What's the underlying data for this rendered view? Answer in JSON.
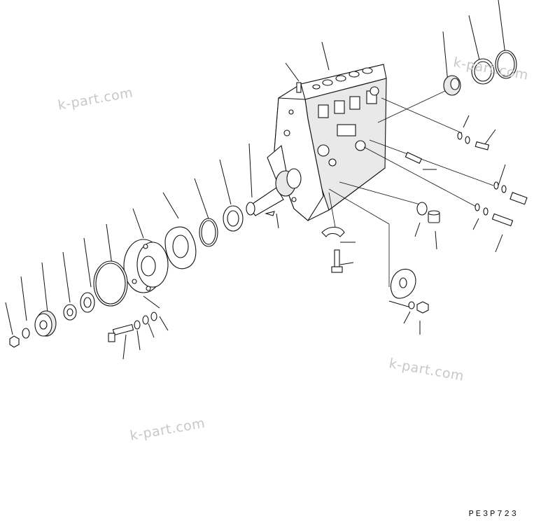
{
  "watermarks": [
    "k-part.com",
    "k-part.com",
    "k-part.com",
    "k-part.com"
  ],
  "drawing_code": "PE3P723",
  "colors": {
    "line": "#111111",
    "watermark": "#c8c8c8",
    "background": "#ffffff"
  }
}
